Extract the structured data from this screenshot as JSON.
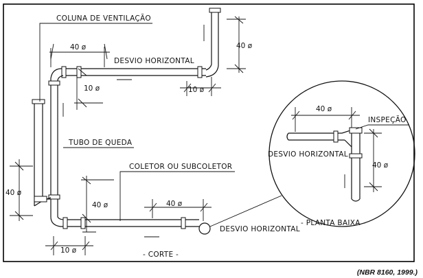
{
  "labels": {
    "coluna_ventilacao": "COLUNA DE VENTILAÇÃO",
    "desvio_horizontal_top": "DESVIO HORIZONTAL",
    "tubo_de_queda": "TUBO DE QUEDA",
    "coletor": "COLETOR OU SUBCOLETOR",
    "desvio_horizontal_bottom": "DESVIO HORIZONTAL",
    "corte": "-  CORTE  -",
    "inspecao": "INSPEÇÃO",
    "desvio_horizontal_detail": "DESVIO HORIZONTAL",
    "planta_baixa": "-  PLANTA BAIXA  -"
  },
  "dimensions": {
    "top_40": "40 ø",
    "right_40": "40 ø",
    "mid_10": "10 ø",
    "right_10": "10 ø",
    "left_40": "40 ø",
    "center_40": "40 ø",
    "bottom_40": "40 ø",
    "bottom_10": "10 ø",
    "detail_top_40": "40 ø",
    "detail_right_40": "40 ø"
  },
  "citation": "(NBR 8160, 1999.)"
}
